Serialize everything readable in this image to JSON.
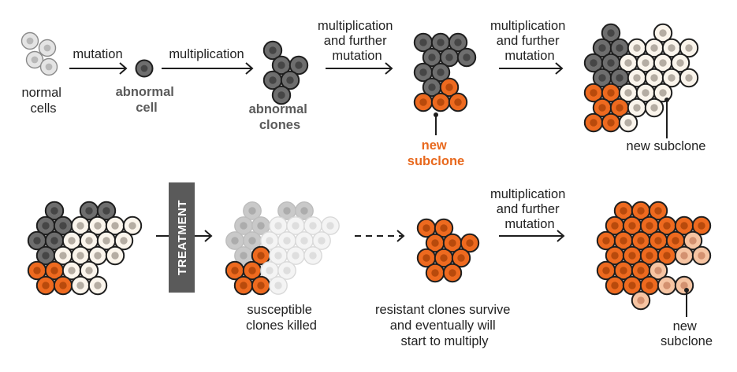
{
  "labels": {
    "normal_cells": [
      "normal",
      "cells"
    ],
    "mutation": "mutation",
    "abnormal_cell": [
      "abnormal",
      "cell"
    ],
    "multiplication": "multiplication",
    "abnormal_clones": [
      "abnormal",
      "clones"
    ],
    "mult_further_1": [
      "multiplication",
      "and further",
      "mutation"
    ],
    "new_subclone_orange": [
      "new",
      "subclone"
    ],
    "mult_further_2": [
      "multiplication",
      "and further",
      "mutation"
    ],
    "new_subclone_top": "new subclone",
    "treatment": "TREATMENT",
    "susceptible": [
      "susceptible",
      "clones killed"
    ],
    "resistant": [
      "resistant clones survive",
      "and eventually will",
      "start to multiply"
    ],
    "mult_further_3": [
      "multiplication",
      "and further",
      "mutation"
    ],
    "new_subclone_bottom": [
      "new",
      "subclone"
    ]
  },
  "colors": {
    "normal_fill": "#e4e4e4",
    "normal_nucleus": "#b8b8b8",
    "abnormal_fill": "#6e6e6e",
    "abnormal_nucleus": "#464646",
    "orange_fill": "#ee6a1f",
    "orange_nucleus": "#b84a0c",
    "white_fill": "#fbf5ec",
    "white_nucleus": "#b5ada3",
    "peach_fill": "#f6c4a2",
    "peach_nucleus": "#d39170",
    "faded_gray_fill": "#c9c9c9",
    "faded_gray_nucleus": "#acacac",
    "faded_white_fill": "#f4f4f4",
    "faded_white_nucleus": "#dedede",
    "outline": "#1e1e1e",
    "text": "#222222",
    "accent_orange": "#e8691e",
    "accent_gray": "#5b5b5b",
    "treatment_bar": "#5a5a5a"
  }
}
